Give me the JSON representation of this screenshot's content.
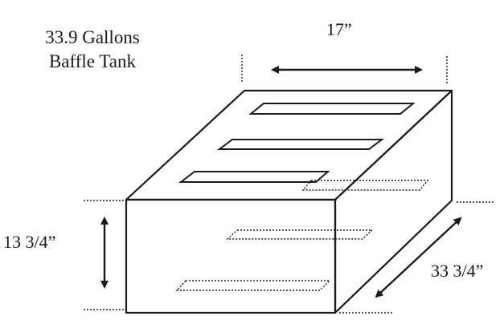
{
  "title": {
    "line1": "33.9 Gallons",
    "line2": "Baffle Tank"
  },
  "dimensions": {
    "width": "17”",
    "height": "13 3/4”",
    "length": "33 3/4”"
  },
  "colors": {
    "ink": "#1a1a1a",
    "background": "#ffffff"
  }
}
